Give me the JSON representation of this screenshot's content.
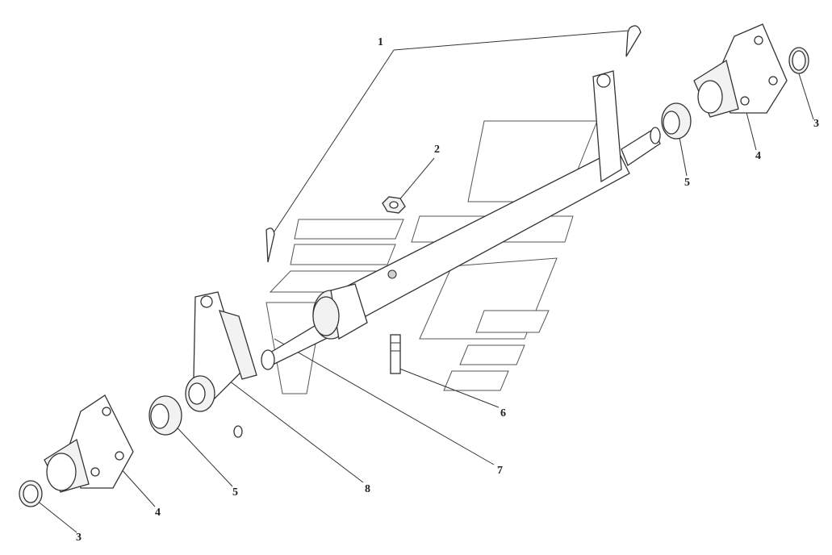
{
  "diagram": {
    "callouts": [
      {
        "id": "c1",
        "label": "1"
      },
      {
        "id": "c2",
        "label": "2"
      },
      {
        "id": "c3a",
        "label": "3"
      },
      {
        "id": "c4a",
        "label": "4"
      },
      {
        "id": "c5a",
        "label": "5"
      },
      {
        "id": "c6",
        "label": "6"
      },
      {
        "id": "c7",
        "label": "7"
      },
      {
        "id": "c8",
        "label": "8"
      },
      {
        "id": "c5b",
        "label": "5"
      },
      {
        "id": "c4b",
        "label": "4"
      },
      {
        "id": "c3b",
        "label": "3"
      }
    ]
  }
}
